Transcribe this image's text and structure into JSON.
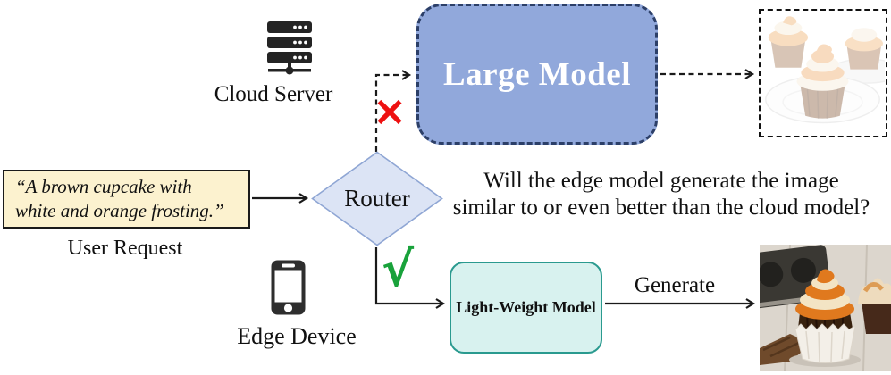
{
  "colors": {
    "large_model_fill": "#91a8db",
    "large_model_border": "#2c3f68",
    "router_fill": "#dce4f5",
    "router_border": "#8fa6d4",
    "request_fill": "#fcf2cf",
    "request_border": "#1a1a1a",
    "light_model_fill": "#d8f2ef",
    "light_model_border": "#2a9a8f",
    "cross_red": "#ee1111",
    "check_green": "#19a23b",
    "line_black": "#1a1a1a"
  },
  "figure": {
    "cloud_server": {
      "label": "Cloud Server"
    },
    "large_model": {
      "label": "Large Model"
    },
    "user_request": {
      "quote_line1": "“A brown cupcake with",
      "quote_line2": "white and orange frosting.”",
      "caption": "User Request"
    },
    "router": {
      "label": "Router"
    },
    "marks": {
      "cross": "×",
      "check": "√"
    },
    "edge_device": {
      "label": "Edge Device"
    },
    "light_model": {
      "label": "Light-Weight Model"
    },
    "generate": {
      "label": "Generate"
    },
    "question": {
      "line1": "Will the edge model generate the image",
      "line2": "similar to or even better than the cloud model?"
    },
    "outputs": {
      "cloud_image_alt": "Faded photo of a cupcake with white and orange frosting on a white plate",
      "edge_image_alt": "Vivid photo of a brown cupcake with white and orange swirl frosting"
    }
  }
}
